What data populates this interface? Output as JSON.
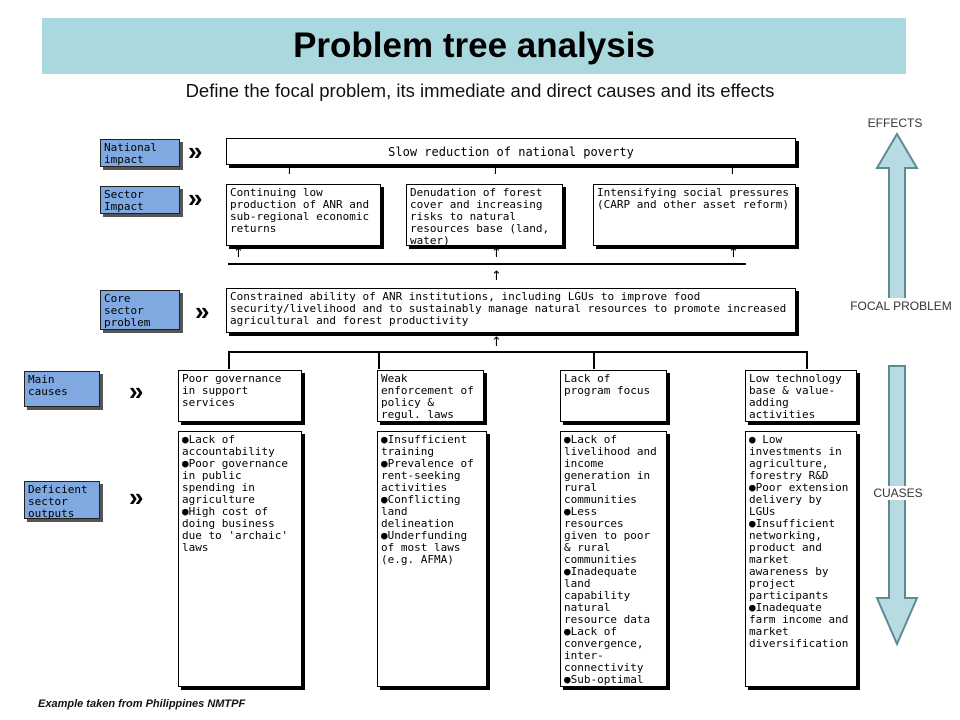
{
  "title": "Problem tree analysis",
  "subtitle": "Define the focal problem, its immediate and direct causes and its effects",
  "side_labels": {
    "effects": "EFFECTS",
    "focal_problem": "FOCAL PROBLEM",
    "causes": "CUASES"
  },
  "row_labels": {
    "national": "National impact",
    "sector": "Sector Impact",
    "core": "Core sector problem",
    "main_causes": "Main causes",
    "deficient": "Deficient sector outputs"
  },
  "chevron": "»",
  "national_impact": "Slow reduction of national poverty",
  "sector_impacts": [
    "Continuing low production of ANR and sub-regional economic returns",
    "Denudation of forest cover and increasing risks to natural resources base (land, water)",
    "Intensifying social pressures (CARP and other asset reform)"
  ],
  "core_problem": "Constrained ability of ANR institutions, including LGUs to improve food security/livelihood and to sustainably manage natural resources to promote increased agricultural and forest productivity",
  "main_causes": [
    "Poor governance in support services",
    "Weak enforcement of policy & regul. laws",
    "Lack of program focus",
    "Low technology base & value-adding activities"
  ],
  "outputs": [
    [
      "Lack of accountability",
      "Poor governance in public spending in agriculture",
      "High cost of doing business due to 'archaic' laws"
    ],
    [
      "Insufficient training",
      "Prevalence of rent-seeking activities",
      "Conflicting land delineation",
      "Underfunding of most laws (e.g. AFMA)"
    ],
    [
      "Lack of livelihood and income generation in rural communities",
      "Less resources given to poor & rural communities",
      "Inadequate land capability natural resource data",
      "Lack of convergence, inter-connectivity",
      "Sub-optimal ARC's"
    ],
    [
      " Low investments in agriculture, forestry R&D",
      "Poor extension delivery by LGUs",
      "Insufficient networking, product and market awareness by project participants",
      "Inadequate farm income and market diversification"
    ]
  ],
  "bullet": "●",
  "footnote": "Example taken from  Philippines  NMTPF",
  "colors": {
    "title_bar": "#a9d9df",
    "label_fill": "#7fa9e0",
    "arrow_fill": "#b7dbe1",
    "arrow_stroke": "#5e8a96"
  }
}
